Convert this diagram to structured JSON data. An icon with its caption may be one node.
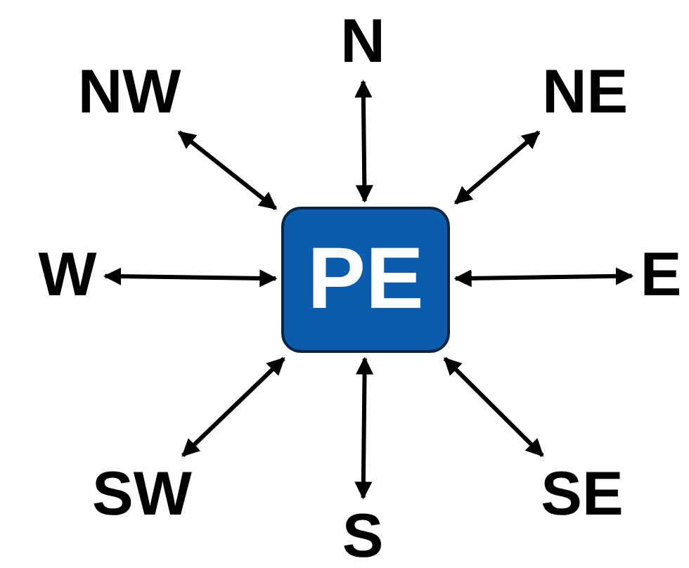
{
  "diagram": {
    "nodes": [
      {
        "text": [
          "PE"
        ]
      },
      {
        "text": [
          "N"
        ]
      },
      {
        "text": [
          "NW"
        ]
      },
      {
        "text": [
          "NE"
        ]
      },
      {
        "text": [
          "W"
        ]
      },
      {
        "text": [
          "E"
        ]
      },
      {
        "text": [
          "SW"
        ]
      },
      {
        "text": [
          "SE"
        ]
      },
      {
        "text": [
          "S"
        ]
      }
    ],
    "edges": [
      {
        "from": 0,
        "to": 1,
        "arrow": "both"
      },
      {
        "from": 0,
        "to": 2,
        "arrow": "both"
      },
      {
        "from": 0,
        "to": 3,
        "arrow": "both"
      },
      {
        "from": 0,
        "to": 4,
        "arrow": "both"
      },
      {
        "from": 0,
        "to": 5,
        "arrow": "both"
      },
      {
        "from": 0,
        "to": 6,
        "arrow": "both"
      },
      {
        "from": 0,
        "to": 7,
        "arrow": "both"
      },
      {
        "from": 0,
        "to": 8,
        "arrow": "both"
      }
    ]
  }
}
